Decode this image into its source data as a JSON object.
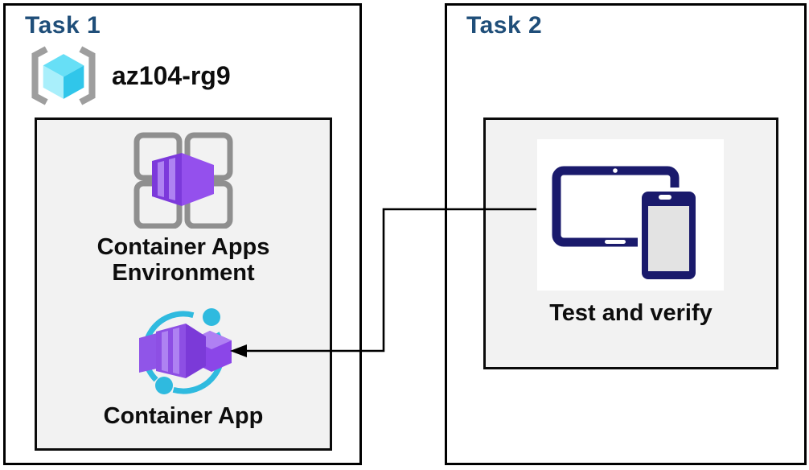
{
  "task1": {
    "title": "Task 1",
    "resource_group": {
      "icon": "resource-group-icon",
      "name": "az104-rg9"
    },
    "environment": {
      "icon": "container-apps-environment-icon",
      "label": "Container Apps Environment"
    },
    "container_app": {
      "icon": "container-app-icon",
      "label": "Container App"
    }
  },
  "task2": {
    "title": "Task 2",
    "test_and_verify": {
      "icon": "devices-icon",
      "label": "Test and verify"
    }
  },
  "connector": {
    "type": "elbow-arrow",
    "from": "test-and-verify",
    "to": "container-app"
  },
  "colors": {
    "title_blue": "#1F4E79",
    "box_border": "#000000",
    "inner_fill": "#F2F2F2",
    "purple_face": "#7C39DB",
    "purple_light": "#A87FF0",
    "cyan": "#2FBADF",
    "navy_device": "#1A1A6C",
    "rg_cube_top": "#67DFF6",
    "rg_cube_left": "#A9EFFB",
    "rg_cube_right": "#30C6EA",
    "bracket_gray": "#9E9E9E",
    "grid_gray": "#8F8F8F"
  }
}
